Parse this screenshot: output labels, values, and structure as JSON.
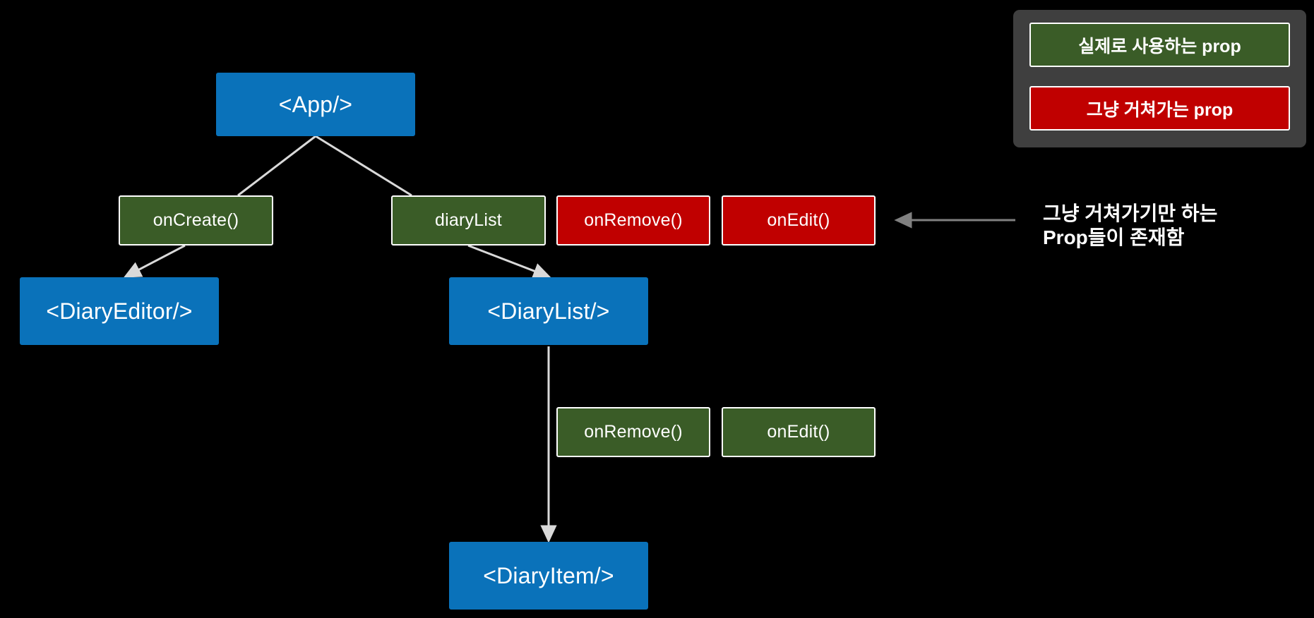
{
  "diagram": {
    "title": "React component prop drilling tree",
    "background_color": "#000000",
    "colors": {
      "component": "#0a72ba",
      "prop_used": "#3a5c27",
      "prop_passthrough": "#c00000",
      "edge": "#d9d9d9",
      "annotation_arrow": "#808080",
      "legend_panel": "#3f3f3f",
      "text": "#ffffff"
    },
    "nodes": {
      "app": "<App/>",
      "on_create": "onCreate()",
      "diary_list_prop": "diaryList",
      "on_remove_red": "onRemove()",
      "on_edit_red": "onEdit()",
      "diary_editor": "<DiaryEditor/>",
      "diary_list": "<DiaryList/>",
      "on_remove_green": "onRemove()",
      "on_edit_green": "onEdit()",
      "diary_item": "<DiaryItem/>"
    },
    "legend": {
      "used_label": "실제로 사용하는 prop",
      "passthrough_label": "그냥 거쳐가는 prop"
    },
    "annotation": {
      "line1": "그냥 거쳐가기만 하는",
      "line2": "Prop들이 존재함",
      "text": "그냥 거쳐가기만 하는\nProp들이 존재함",
      "arrow_icon": "arrow-left-icon"
    }
  }
}
